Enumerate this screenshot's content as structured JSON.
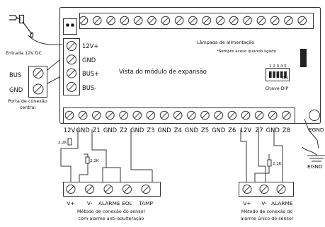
{
  "adapter_label": "Entrada 12V DC",
  "power_terminals": [
    "12V+",
    "GND",
    "BUS+",
    "BUS-"
  ],
  "central_port": {
    "labels": [
      "BUS",
      "GND"
    ],
    "caption_line1": "Porta de conexão",
    "caption_line2": "central"
  },
  "module_title": "Vista do módulo de expansão",
  "power_lamp": {
    "label": "Lâmpada de alimentação",
    "note": "*Sempre aceso quando ligado"
  },
  "dip": {
    "numbers": [
      "1",
      "2",
      "3",
      "4",
      "5"
    ],
    "on_label": "ON",
    "caption": "Chave DIP"
  },
  "bottom_terminals": [
    "12V",
    "GND",
    "Z1",
    "GND",
    "Z2",
    "GND",
    "Z3",
    "GND",
    "Z4",
    "GND",
    "Z5",
    "GND",
    "Z6",
    "12V",
    "Z7",
    "GND",
    "Z8"
  ],
  "egnd_post": "EGND",
  "egnd_ground": "EGND",
  "anti_tamper": {
    "resistors": [
      "2.2K",
      "2.2K"
    ],
    "terminals": [
      "V+",
      "V-",
      "ALARME",
      "EOL",
      "TAMP"
    ],
    "caption_line1": "Método de conexão do sensor",
    "caption_line2": "com alarme anti-adulteração"
  },
  "single": {
    "resistor": "2.2K",
    "terminals": [
      "V+",
      "V-",
      "ALARME"
    ],
    "caption_line1": "Método de conexão do",
    "caption_line2": "alarme único do sensor"
  }
}
